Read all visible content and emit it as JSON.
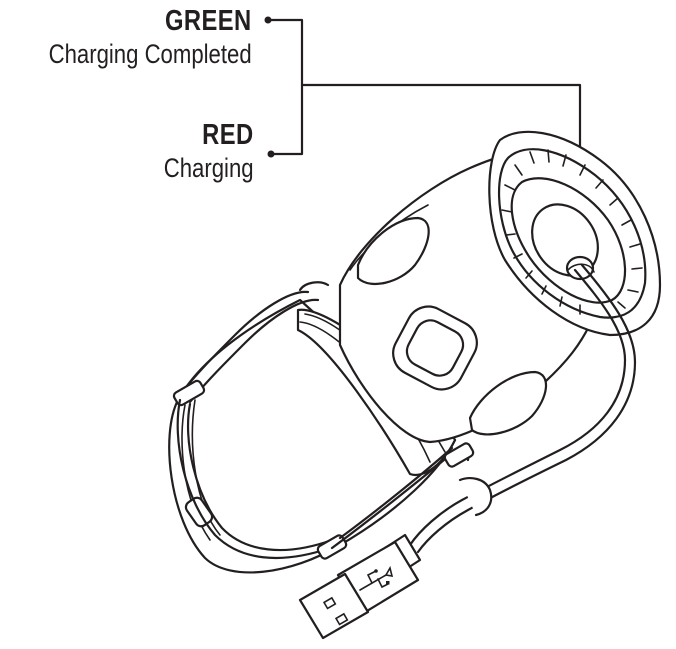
{
  "callouts": {
    "green": {
      "title": "GREEN",
      "description": "Charging Completed"
    },
    "red": {
      "title": "RED",
      "description": "Charging"
    }
  },
  "colors": {
    "line": "#231f20",
    "background": "#ffffff"
  },
  "icons": [
    "usb-icon"
  ]
}
